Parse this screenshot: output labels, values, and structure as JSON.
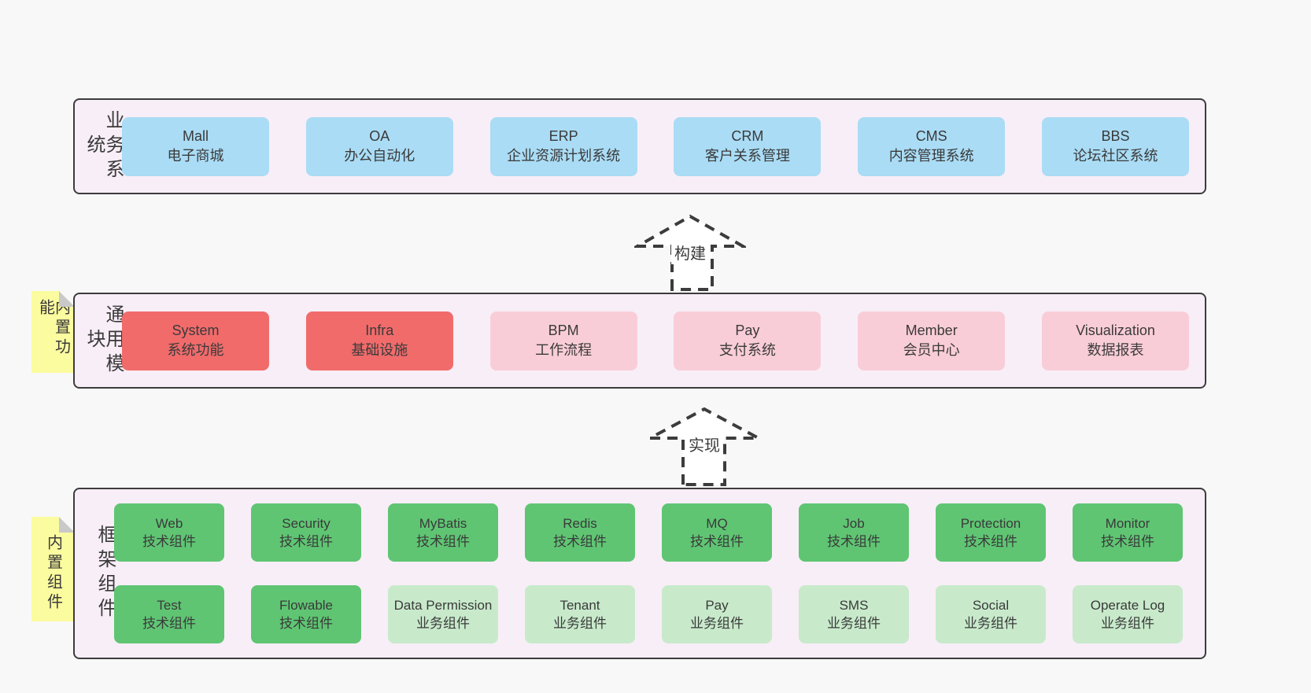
{
  "layers": {
    "business": {
      "label": "业务系统",
      "boxes": [
        {
          "en": "Mall",
          "zh": "电子商城",
          "variant": "blue"
        },
        {
          "en": "OA",
          "zh": "办公自动化",
          "variant": "blue"
        },
        {
          "en": "ERP",
          "zh": "企业资源计划系统",
          "variant": "blue"
        },
        {
          "en": "CRM",
          "zh": "客户关系管理",
          "variant": "blue"
        },
        {
          "en": "CMS",
          "zh": "内容管理系统",
          "variant": "blue"
        },
        {
          "en": "BBS",
          "zh": "论坛社区系统",
          "variant": "blue"
        }
      ]
    },
    "modules": {
      "label": "通用模块",
      "note": "内置功能",
      "boxes": [
        {
          "en": "System",
          "zh": "系统功能",
          "variant": "red"
        },
        {
          "en": "Infra",
          "zh": "基础设施",
          "variant": "red"
        },
        {
          "en": "BPM",
          "zh": "工作流程",
          "variant": "pink"
        },
        {
          "en": "Pay",
          "zh": "支付系统",
          "variant": "pink"
        },
        {
          "en": "Member",
          "zh": "会员中心",
          "variant": "pink"
        },
        {
          "en": "Visualization",
          "zh": "数据报表",
          "variant": "pink"
        }
      ]
    },
    "framework": {
      "label": "框架组件",
      "note": "内置组件",
      "row1": [
        {
          "en": "Web",
          "zh": "技术组件",
          "variant": "green"
        },
        {
          "en": "Security",
          "zh": "技术组件",
          "variant": "green"
        },
        {
          "en": "MyBatis",
          "zh": "技术组件",
          "variant": "green"
        },
        {
          "en": "Redis",
          "zh": "技术组件",
          "variant": "green"
        },
        {
          "en": "MQ",
          "zh": "技术组件",
          "variant": "green"
        },
        {
          "en": "Job",
          "zh": "技术组件",
          "variant": "green"
        },
        {
          "en": "Protection",
          "zh": "技术组件",
          "variant": "green"
        },
        {
          "en": "Monitor",
          "zh": "技术组件",
          "variant": "green"
        }
      ],
      "row2": [
        {
          "en": "Test",
          "zh": "技术组件",
          "variant": "green"
        },
        {
          "en": "Flowable",
          "zh": "技术组件",
          "variant": "green"
        },
        {
          "en": "Data Permission",
          "zh": "业务组件",
          "variant": "green-light"
        },
        {
          "en": "Tenant",
          "zh": "业务组件",
          "variant": "green-light"
        },
        {
          "en": "Pay",
          "zh": "业务组件",
          "variant": "green-light"
        },
        {
          "en": "SMS",
          "zh": "业务组件",
          "variant": "green-light"
        },
        {
          "en": "Social",
          "zh": "业务组件",
          "variant": "green-light"
        },
        {
          "en": "Operate Log",
          "zh": "业务组件",
          "variant": "green-light"
        }
      ]
    }
  },
  "arrows": {
    "build": "构建",
    "implement": "实现"
  },
  "colors": {
    "background": "#F8F8F8",
    "container_fill": "#F8EEF7",
    "container_border": "#3C3C3C",
    "blue": "#AADCF5",
    "red": "#F16B6B",
    "pink": "#F9CDD7",
    "green": "#5FC573",
    "green_light": "#C8EACB",
    "note_yellow": "#FBFB9F",
    "note_fold": "#C9C9C9",
    "text": "#3A3A3A"
  }
}
